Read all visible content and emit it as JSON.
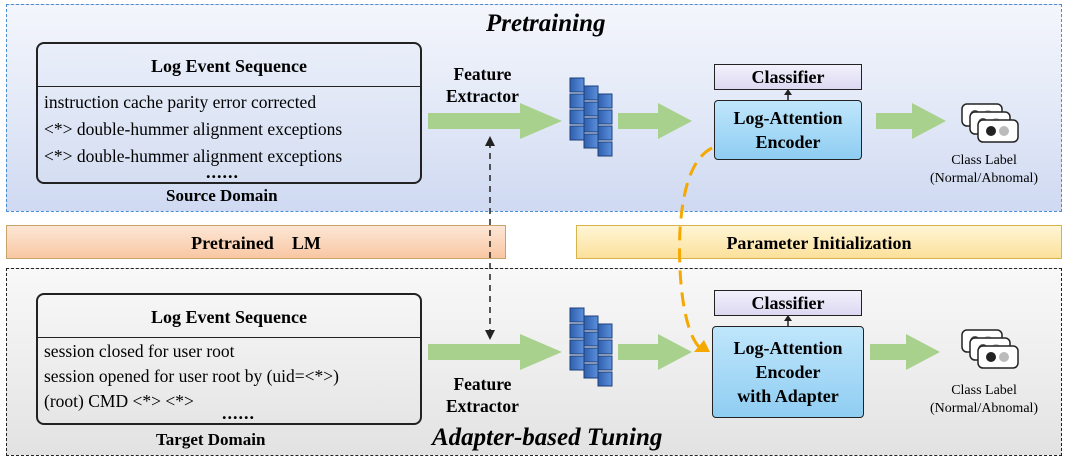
{
  "top": {
    "title": "Pretraining",
    "log_box": {
      "header": "Log Event Sequence",
      "lines": [
        "instruction cache parity error corrected",
        "<*> double-hummer alignment exceptions",
        "<*> double-hummer alignment exceptions"
      ],
      "ellipsis": "......"
    },
    "domain_caption": "Source Domain",
    "feature_extractor": [
      "Feature",
      "Extractor"
    ],
    "classifier": "Classifier",
    "encoder": [
      "Log-Attention",
      "Encoder"
    ],
    "class_label": [
      "Class Label",
      "(Normal/Abnomal)"
    ]
  },
  "middle": {
    "pretrained_lm": "Pretrained LM",
    "parameter_init": "Parameter Initialization"
  },
  "bottom": {
    "title": "Adapter-based Tuning",
    "log_box": {
      "header": "Log Event Sequence",
      "lines": [
        "session closed for user root",
        "session opened for user root by (uid=<*>)",
        "(root) CMD <*> <*>"
      ],
      "ellipsis": "......"
    },
    "domain_caption": "Target Domain",
    "feature_extractor": [
      "Feature",
      "Extractor"
    ],
    "classifier": "Classifier",
    "encoder": [
      "Log-Attention",
      "Encoder",
      "with Adapter"
    ],
    "class_label": [
      "Class Label",
      "(Normal/Abnomal)"
    ]
  },
  "colors": {
    "arrow_green": "#a9d18e",
    "feature_blue": "#4472c4",
    "dashed_orange": "#f5a800",
    "top_border": "#4a8fd6"
  }
}
